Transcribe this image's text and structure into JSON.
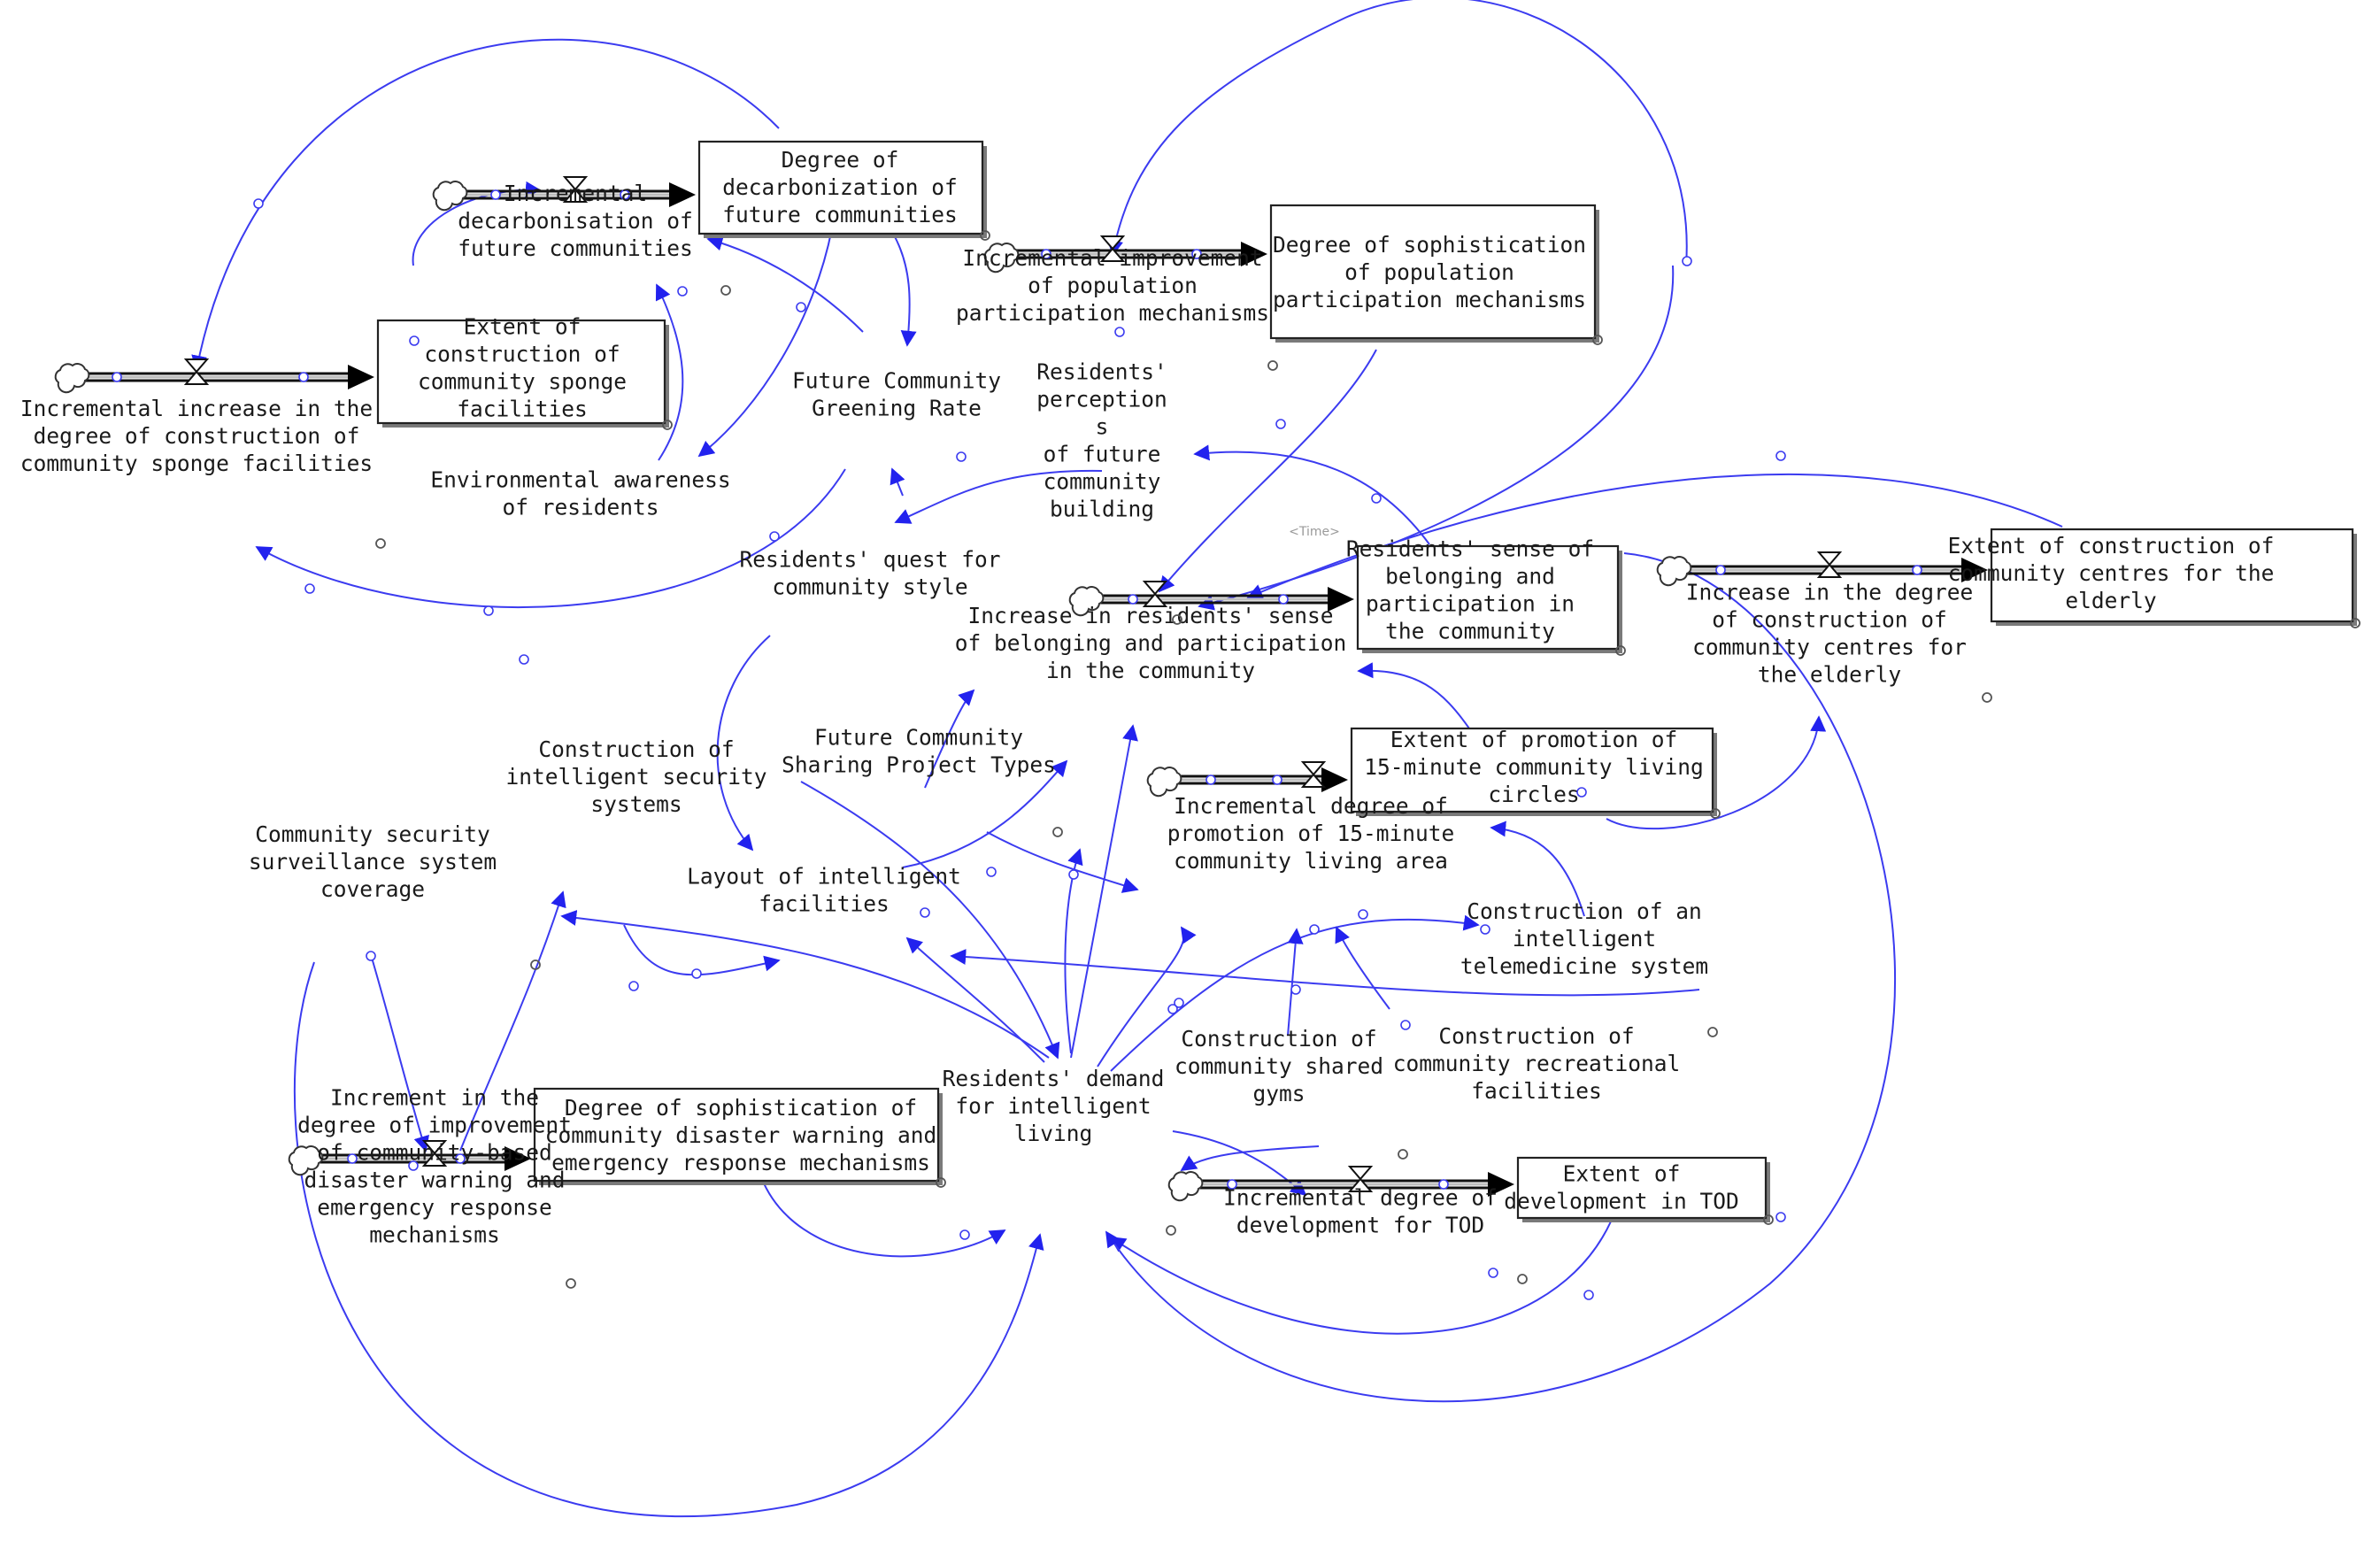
{
  "diagram": {
    "stocks": [
      {
        "id": "decarb",
        "label": [
          "Degree of",
          "decarbonization of",
          "future communities"
        ]
      },
      {
        "id": "sponge",
        "label": [
          "Extent of",
          "construction of",
          "community sponge",
          "facilities"
        ]
      },
      {
        "id": "popmech",
        "label": [
          "Degree of sophistication",
          "of population",
          "participation mechanisms"
        ]
      },
      {
        "id": "belong",
        "label": [
          "Residents' sense of",
          "belonging and",
          "participation in",
          "the community"
        ]
      },
      {
        "id": "elderly",
        "label": [
          "Extent of construction of",
          "community centres for the",
          "elderly"
        ]
      },
      {
        "id": "fifteen",
        "label": [
          "Extent of promotion of",
          "15-minute community living",
          "circles"
        ]
      },
      {
        "id": "disaster",
        "label": [
          "Degree of sophistication of",
          "community disaster warning and",
          "emergency response mechanisms"
        ]
      },
      {
        "id": "tod",
        "label": [
          "Extent of",
          "development in TOD"
        ]
      }
    ],
    "flows": [
      {
        "id": "f_decarb",
        "label": [
          "Incremental",
          "decarbonisation of",
          "future communities"
        ]
      },
      {
        "id": "f_sponge",
        "label": [
          "Incremental increase in the",
          "degree of construction of",
          "community sponge facilities"
        ]
      },
      {
        "id": "f_popmech",
        "label": [
          "Incremental improvement",
          "of population",
          "participation mechanisms"
        ]
      },
      {
        "id": "f_belong",
        "label": [
          "Increase in residents' sense",
          "of belonging and participation",
          "in the community"
        ]
      },
      {
        "id": "f_elderly",
        "label": [
          "Increase in the degree",
          "of construction of",
          "community centres for",
          "the elderly"
        ]
      },
      {
        "id": "f_fifteen",
        "label": [
          "Incremental degree of",
          "promotion of 15-minute",
          "community living area"
        ]
      },
      {
        "id": "f_disaster",
        "label": [
          "Increment in the",
          "degree of improvement",
          "of community-based",
          "disaster warning and",
          "emergency response",
          "mechanisms"
        ]
      },
      {
        "id": "f_tod",
        "label": [
          "Incremental degree of",
          "development for TOD"
        ]
      }
    ],
    "variables": [
      {
        "id": "greening",
        "label": [
          "Future Community",
          "Greening Rate"
        ]
      },
      {
        "id": "envaware",
        "label": [
          "Environmental awareness",
          "of residents"
        ]
      },
      {
        "id": "perceptions",
        "label": [
          "Residents'",
          "perception",
          "s",
          "of future",
          "community",
          "building"
        ]
      },
      {
        "id": "quest",
        "label": [
          "Residents' quest for",
          "community style"
        ]
      },
      {
        "id": "security",
        "label": [
          "Construction of",
          "intelligent security",
          "systems"
        ]
      },
      {
        "id": "sharing",
        "label": [
          "Future Community",
          "Sharing Project Types"
        ]
      },
      {
        "id": "surveil",
        "label": [
          "Community security",
          "surveillance system",
          "coverage"
        ]
      },
      {
        "id": "layout",
        "label": [
          "Layout of intelligent",
          "facilities"
        ]
      },
      {
        "id": "telemed",
        "label": [
          "Construction of an",
          "intelligent",
          "telemedicine system"
        ]
      },
      {
        "id": "gyms",
        "label": [
          "Construction of",
          "community shared",
          "gyms"
        ]
      },
      {
        "id": "recreation",
        "label": [
          "Construction of",
          "community recreational",
          "facilities"
        ]
      },
      {
        "id": "demand",
        "label": [
          "Residents' demand",
          "for intelligent",
          "living"
        ]
      }
    ],
    "shadow_variable": "<Time>",
    "colors": {
      "link": "#3b3bf0",
      "stock_border": "#222222",
      "text": "#1a1a1a",
      "shadow_text": "#9a9a9a"
    }
  }
}
